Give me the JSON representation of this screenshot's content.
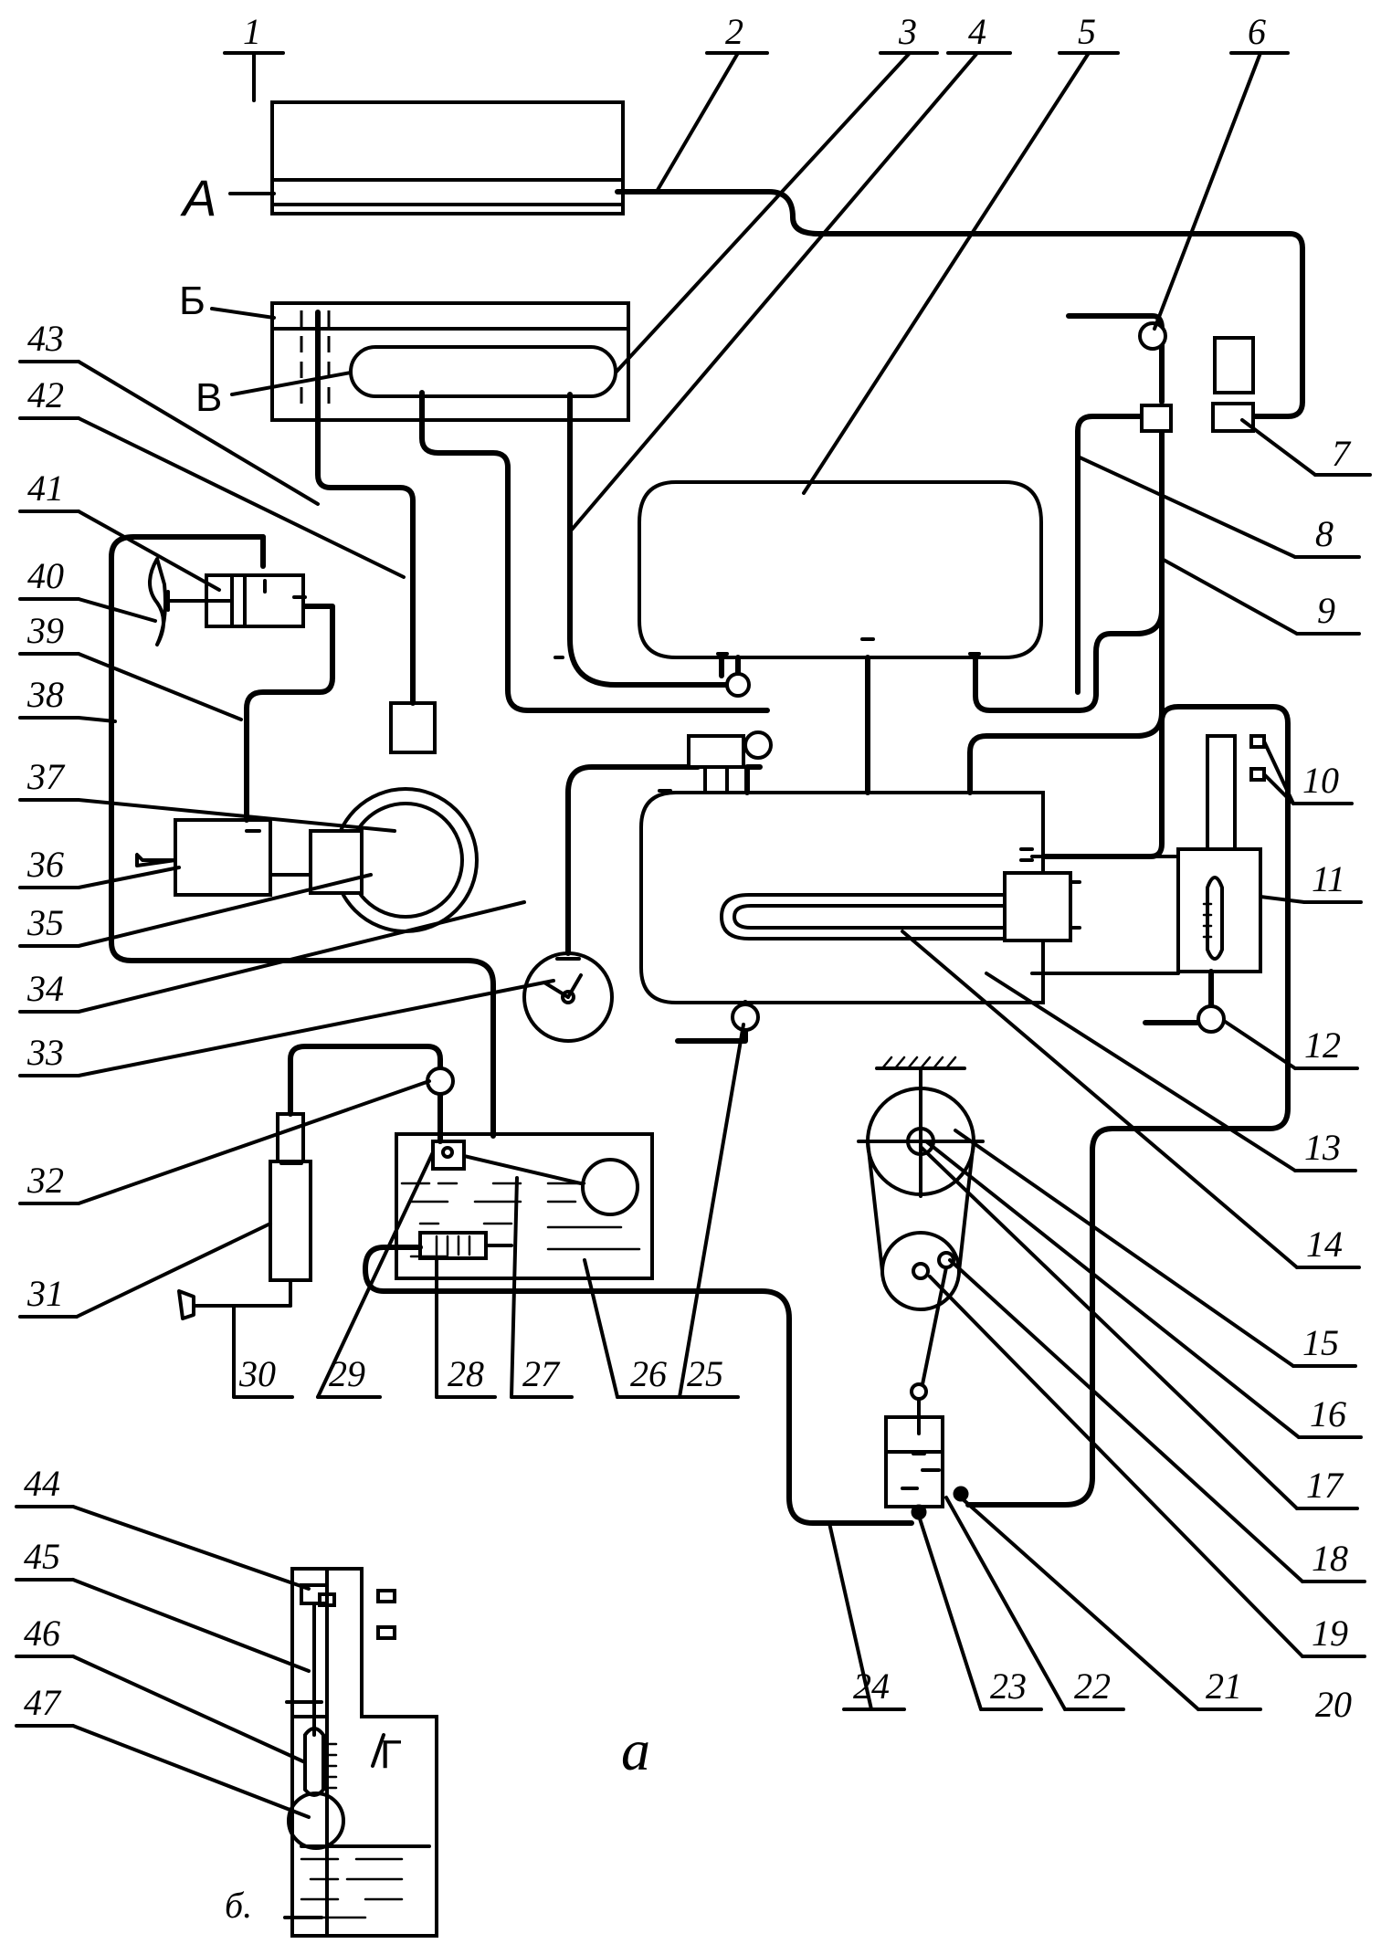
{
  "figure": {
    "numbers": [
      "1",
      "2",
      "3",
      "4",
      "5",
      "6",
      "7",
      "8",
      "9",
      "10",
      "11",
      "12",
      "13",
      "14",
      "15",
      "16",
      "17",
      "18",
      "19",
      "20",
      "21",
      "22",
      "23",
      "24",
      "25",
      "26",
      "27",
      "28",
      "29",
      "30",
      "31",
      "32",
      "33",
      "34",
      "35",
      "36",
      "37",
      "38",
      "39",
      "40",
      "41",
      "42",
      "43",
      "44",
      "45",
      "46",
      "47"
    ],
    "letters": {
      "A": "А",
      "B": "Б",
      "V": "В",
      "G": "Г"
    },
    "captions": {
      "main": "а",
      "sub": "б."
    }
  },
  "colors": {
    "ink": "#000000",
    "paper": "#ffffff"
  }
}
